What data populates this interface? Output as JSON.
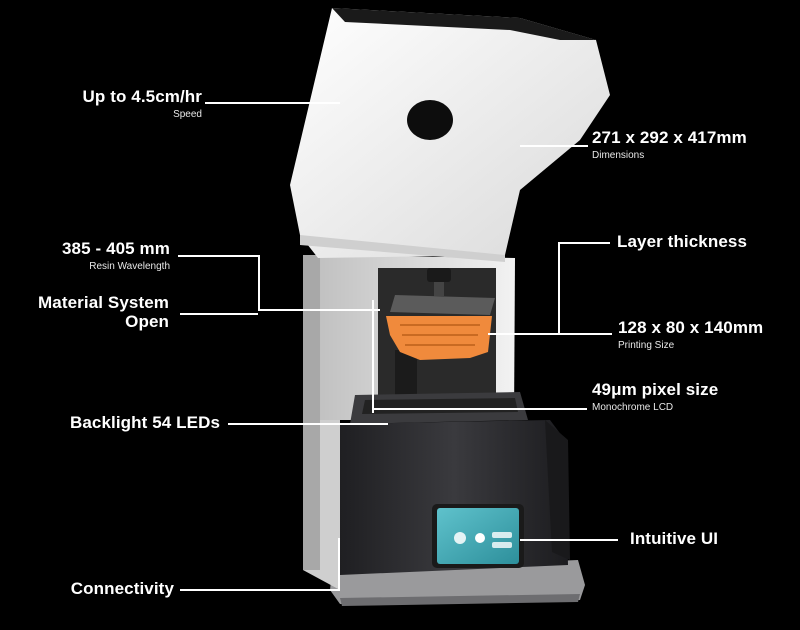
{
  "specs": {
    "speed": {
      "value": "Up to 4.5cm/hr",
      "caption": "Speed"
    },
    "dimensions": {
      "value": "271 x 292 x 417mm",
      "caption": "Dimensions"
    },
    "wavelength": {
      "value": "385 - 405 mm",
      "caption": "Resin Wavelength"
    },
    "layer": {
      "value": "Layer thickness"
    },
    "material_line1": "Material System",
    "material_line2": "Open",
    "printing_size": {
      "value": "128 x 80 x 140mm",
      "caption": "Printing Size"
    },
    "pixel": {
      "value": "49μm pixel size",
      "caption": "Monochrome LCD"
    },
    "backlight": {
      "value": "Backlight 54 LEDs"
    },
    "ui": {
      "value": "Intuitive UI"
    },
    "connectivity": {
      "value": "Connectivity"
    }
  },
  "colors": {
    "background": "#000000",
    "resin_orange": "#f08a3c",
    "lid_white": "#f4f4f4",
    "body_dark": "#2a2a2d",
    "screen_teal": "#3aa9b5"
  }
}
